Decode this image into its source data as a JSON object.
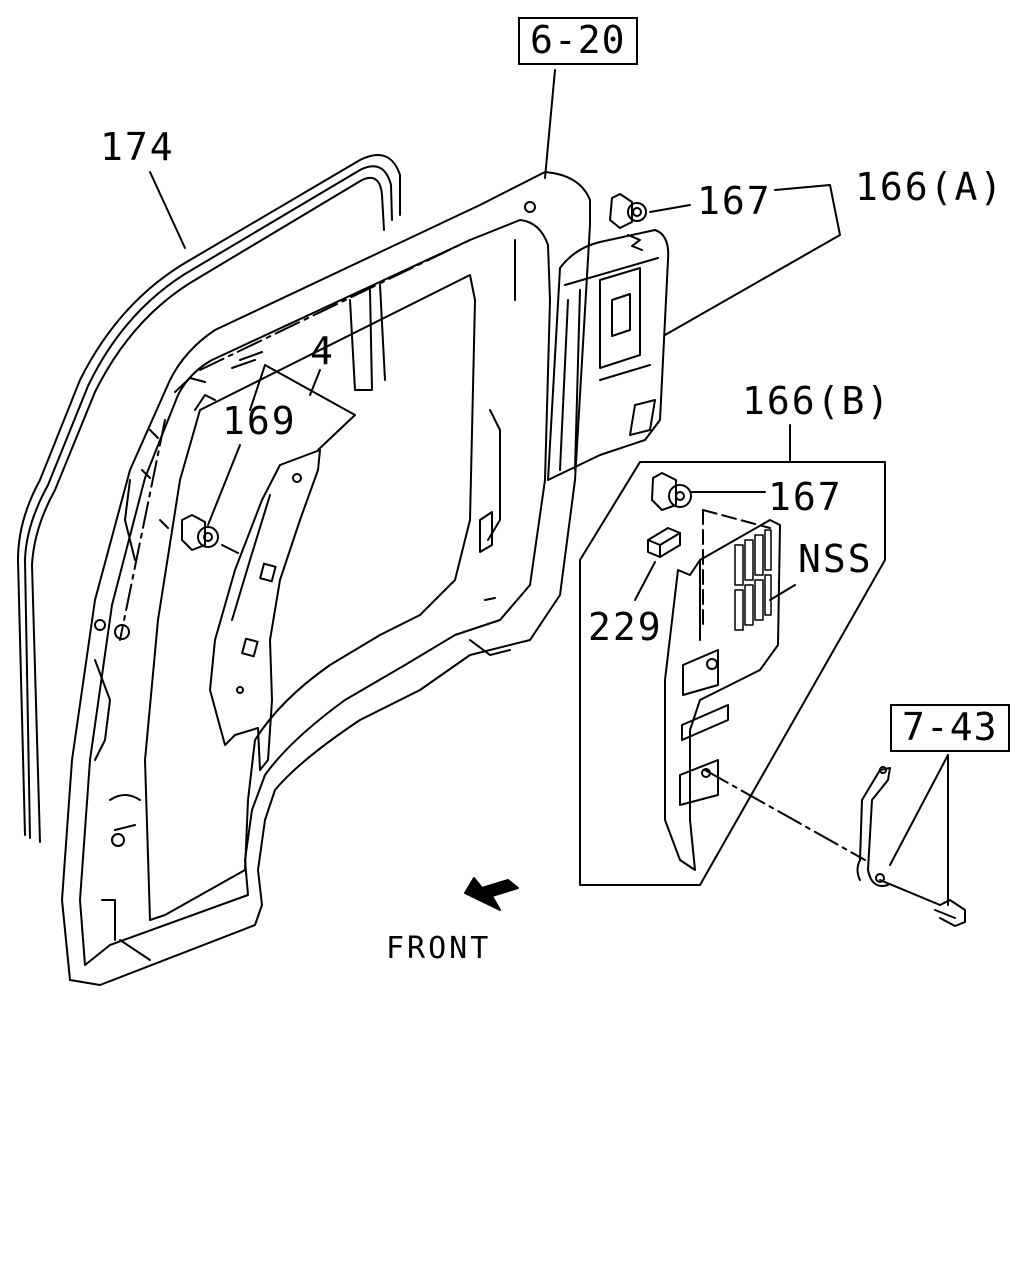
{
  "labels": {
    "ref_6_20": "6-20",
    "ref_7_43": "7-43",
    "part_174": "174",
    "part_167_top": "167",
    "part_166a": "166(A)",
    "part_4": "4",
    "part_169": "169",
    "part_166b": "166(B)",
    "part_167_inset": "167",
    "nss": "NSS",
    "part_229": "229",
    "front": "FRONT"
  }
}
